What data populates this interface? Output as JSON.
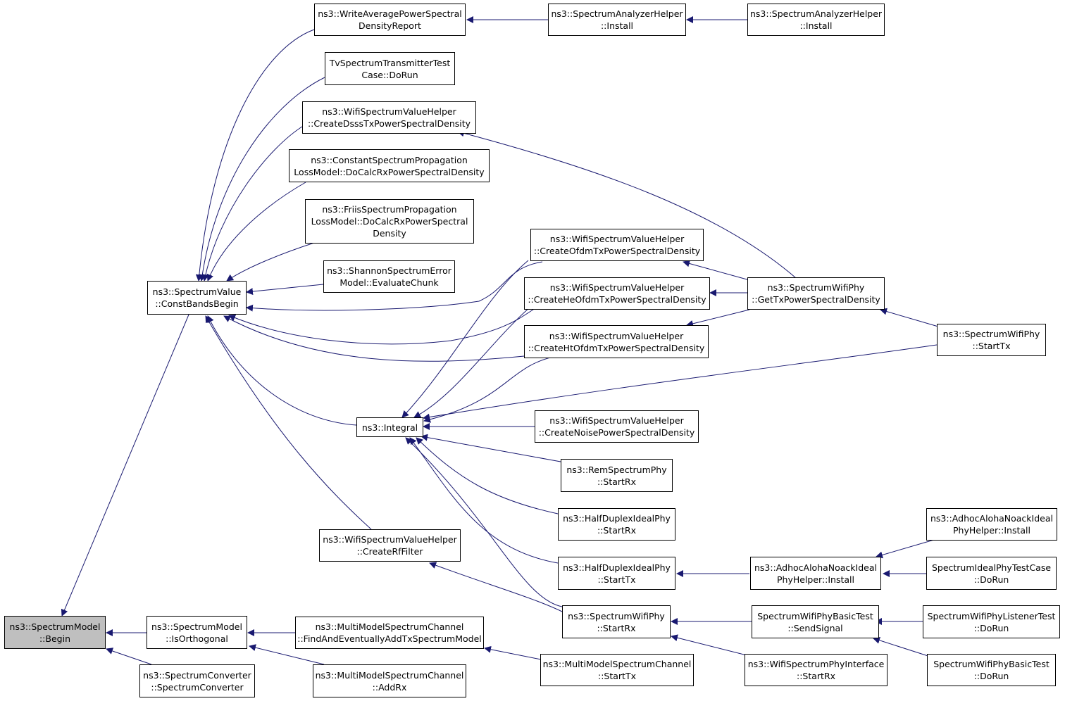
{
  "colors": {
    "edge": "#191970",
    "node_border": "#000000",
    "node_fill": "#ffffff",
    "root_fill": "#bfbfbf"
  },
  "nodes": {
    "sm_begin": {
      "l1": "ns3::SpectrumModel",
      "l2": "::Begin"
    },
    "sv_constbands": {
      "l1": "ns3::SpectrumValue",
      "l2": "::ConstBandsBegin"
    },
    "sm_isorth": {
      "l1": "ns3::SpectrumModel",
      "l2": "::IsOrthogonal"
    },
    "sc_conv": {
      "l1": "ns3::SpectrumConverter",
      "l2": "::SpectrumConverter"
    },
    "wapsd": {
      "l1": "ns3::WriteAveragePowerSpectral",
      "l2": "DensityReport"
    },
    "tvstt": {
      "l1": "TvSpectrumTransmitterTest",
      "l2": "Case::DoRun"
    },
    "dsss": {
      "l1": "ns3::WifiSpectrumValueHelper",
      "l2": "::CreateDsssTxPowerSpectralDensity"
    },
    "cspl": {
      "l1": "ns3::ConstantSpectrumPropagation",
      "l2": "LossModel::DoCalcRxPowerSpectralDensity"
    },
    "friis": {
      "l1": "ns3::FriisSpectrumPropagation",
      "l2": "LossModel::DoCalcRxPowerSpectral",
      "l3": "Density"
    },
    "shannon": {
      "l1": "ns3::ShannonSpectrumError",
      "l2": "Model::EvaluateChunk"
    },
    "ofdm": {
      "l1": "ns3::WifiSpectrumValueHelper",
      "l2": "::CreateOfdmTxPowerSpectralDensity"
    },
    "heofdm": {
      "l1": "ns3::WifiSpectrumValueHelper",
      "l2": "::CreateHeOfdmTxPowerSpectralDensity"
    },
    "htofdm": {
      "l1": "ns3::WifiSpectrumValueHelper",
      "l2": "::CreateHtOfdmTxPowerSpectralDensity"
    },
    "integral": {
      "l1": "ns3::Integral"
    },
    "noise": {
      "l1": "ns3::WifiSpectrumValueHelper",
      "l2": "::CreateNoisePowerSpectralDensity"
    },
    "rem": {
      "l1": "ns3::RemSpectrumPhy",
      "l2": "::StartRx"
    },
    "hd_rx": {
      "l1": "ns3::HalfDuplexIdealPhy",
      "l2": "::StartRx"
    },
    "hd_tx": {
      "l1": "ns3::HalfDuplexIdealPhy",
      "l2": "::StartTx"
    },
    "rffilter": {
      "l1": "ns3::WifiSpectrumValueHelper",
      "l2": "::CreateRfFilter"
    },
    "swp_rx": {
      "l1": "ns3::SpectrumWifiPhy",
      "l2": "::StartRx"
    },
    "mmsc_find": {
      "l1": "ns3::MultiModelSpectrumChannel",
      "l2": "::FindAndEventuallyAddTxSpectrumModel"
    },
    "mmsc_addrx": {
      "l1": "ns3::MultiModelSpectrumChannel",
      "l2": "::AddRx"
    },
    "mmsc_starttx": {
      "l1": "ns3::MultiModelSpectrumChannel",
      "l2": "::StartTx"
    },
    "sah_install1": {
      "l1": "ns3::SpectrumAnalyzerHelper",
      "l2": "::Install"
    },
    "sah_install2": {
      "l1": "ns3::SpectrumAnalyzerHelper",
      "l2": "::Install"
    },
    "swp_gettx": {
      "l1": "ns3::SpectrumWifiPhy",
      "l2": "::GetTxPowerSpectralDensity"
    },
    "swp_starttx": {
      "l1": "ns3::SpectrumWifiPhy",
      "l2": "::StartTx"
    },
    "aloha_install": {
      "l1": "ns3::AdhocAlohaNoackIdeal",
      "l2": "PhyHelper::Install"
    },
    "aloha_install2": {
      "l1": "ns3::AdhocAlohaNoackIdeal",
      "l2": "PhyHelper::Install"
    },
    "sipt_dorun": {
      "l1": "SpectrumIdealPhyTestCase",
      "l2": "::DoRun"
    },
    "swpbt_send": {
      "l1": "SpectrumWifiPhyBasicTest",
      "l2": "::SendSignal"
    },
    "swpi_startrx": {
      "l1": "ns3::WifiSpectrumPhyInterface",
      "l2": "::StartRx"
    },
    "swplt_dorun": {
      "l1": "SpectrumWifiPhyListenerTest",
      "l2": "::DoRun"
    },
    "swpbt_dorun": {
      "l1": "SpectrumWifiPhyBasicTest",
      "l2": "::DoRun"
    }
  }
}
